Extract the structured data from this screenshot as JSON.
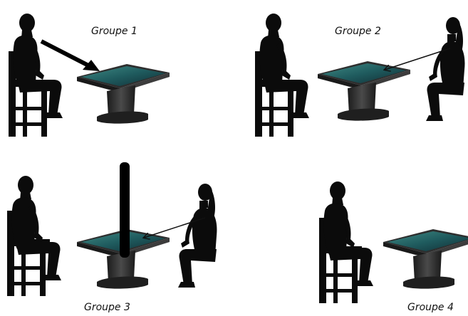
{
  "groups": [
    {
      "label": "Groupe 1"
    },
    {
      "label": "Groupe 2"
    },
    {
      "label": "Groupe 3"
    },
    {
      "label": "Groupe 4"
    }
  ],
  "colors": {
    "silhouette": "#0b0b0b",
    "screen_dark": "#153a40",
    "screen_light": "#3f8a84",
    "table_body": "#3a3a3a",
    "table_dark": "#1e1e1e"
  }
}
